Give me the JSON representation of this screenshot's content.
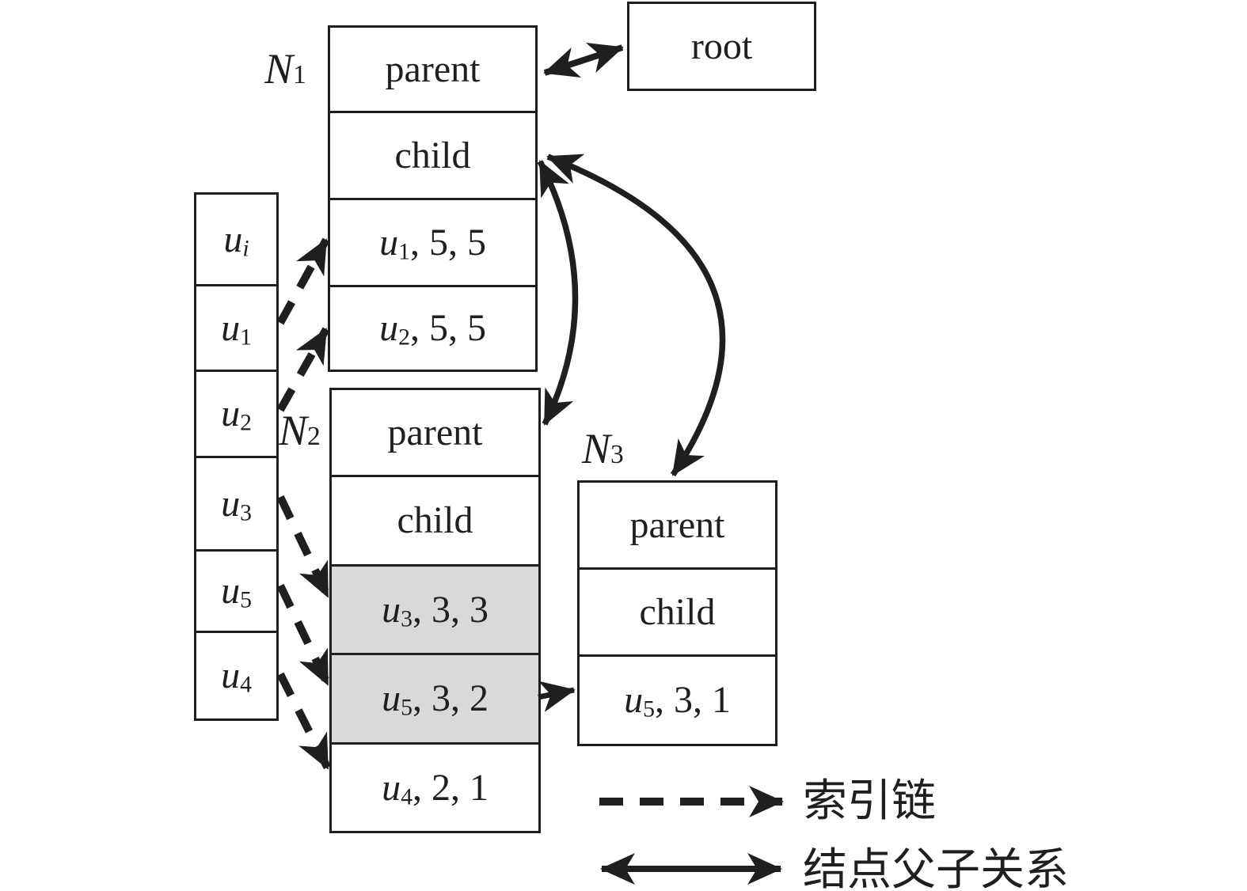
{
  "colors": {
    "ink": "#1f1f1f",
    "shade": "#d9d9d9",
    "bg": "#ffffff"
  },
  "index_column": {
    "cells": [
      {
        "base": "u",
        "sub": "i"
      },
      {
        "base": "u",
        "sub": "1"
      },
      {
        "base": "u",
        "sub": "2"
      },
      {
        "base": "u",
        "sub": "3"
      },
      {
        "base": "u",
        "sub": "5"
      },
      {
        "base": "u",
        "sub": "4"
      }
    ]
  },
  "node1": {
    "label": {
      "base": "N",
      "sub": "1"
    },
    "rows": {
      "parent": "parent",
      "child": "child"
    },
    "entries": [
      {
        "base": "u",
        "sub": "1",
        "rest": ", 5, 5"
      },
      {
        "base": "u",
        "sub": "2",
        "rest": ", 5, 5"
      }
    ]
  },
  "node2": {
    "label": {
      "base": "N",
      "sub": "2"
    },
    "rows": {
      "parent": "parent",
      "child": "child"
    },
    "entries": [
      {
        "base": "u",
        "sub": "3",
        "rest": ", 3, 3"
      },
      {
        "base": "u",
        "sub": "5",
        "rest": ", 3, 2"
      },
      {
        "base": "u",
        "sub": "4",
        "rest": ", 2, 1"
      }
    ]
  },
  "node3": {
    "label": {
      "base": "N",
      "sub": "3"
    },
    "rows": {
      "parent": "parent",
      "child": "child"
    },
    "entries": [
      {
        "base": "u",
        "sub": "5",
        "rest": ", 3, 1"
      }
    ]
  },
  "root": {
    "label": "root"
  },
  "legend": {
    "index_chain": "索引链",
    "parent_child": "结点父子关系"
  }
}
